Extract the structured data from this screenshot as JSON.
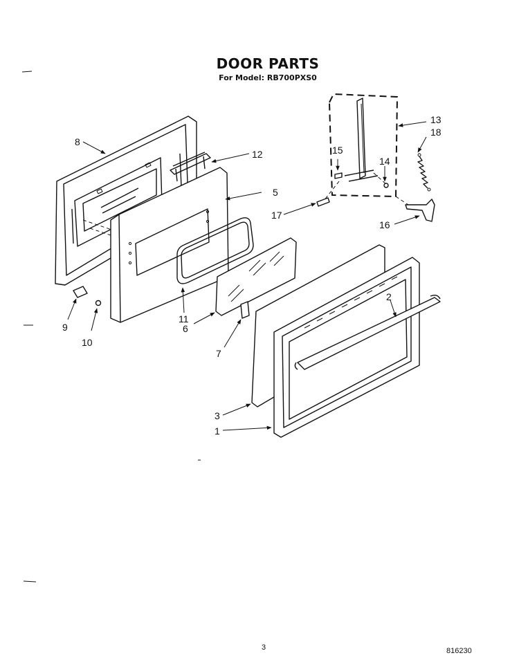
{
  "title": "DOOR PARTS",
  "subtitle": "For Model: RB700PXS0",
  "page_number": "3",
  "doc_code": "816230",
  "callouts": {
    "c1": "1",
    "c2": "2",
    "c3": "3",
    "c5": "5",
    "c6": "6",
    "c7": "7",
    "c8": "8",
    "c9": "9",
    "c10": "10",
    "c11": "11",
    "c12": "12",
    "c13": "13",
    "c14": "14",
    "c15": "15",
    "c16": "16",
    "c17": "17",
    "c18": "18"
  }
}
